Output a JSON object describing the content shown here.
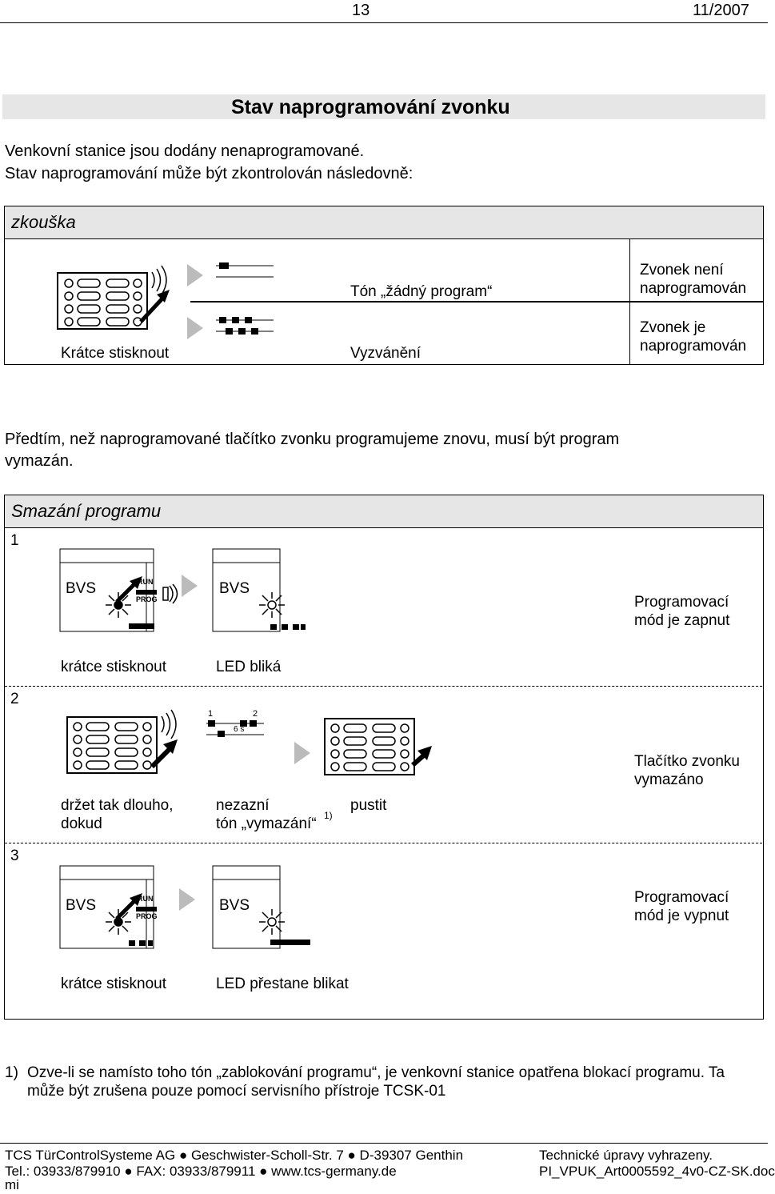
{
  "header": {
    "page_number": "13",
    "date": "11/2007"
  },
  "title": "Stav naprogramování zvonku",
  "intro": {
    "line1": "Venkovní stanice jsou dodány nenaprogramované.",
    "line2": "Stav naprogramování může být zkontrolován následovně:"
  },
  "test_box": {
    "heading": "zkouška",
    "press_label": "Krátce stisknout",
    "tone_no_program": "Tón „žádný program“",
    "ringing": "Vyzvánění",
    "result_not_programmed_1": "Zvonek není",
    "result_not_programmed_2": "naprogramován",
    "result_programmed_1": "Zvonek je",
    "result_programmed_2": "naprogramován"
  },
  "before_text": {
    "line1": "Předtím, než naprogramované tlačítko zvonku programujeme znovu, musí být program",
    "line2": "vymazán."
  },
  "delete_box": {
    "heading": "Smazání programu",
    "step1": {
      "num": "1",
      "press": "krátce stisknout",
      "led": "LED bliká",
      "result_1": "Programovací",
      "result_2": "mód je zapnut",
      "bvs_a": "BVS",
      "bvs_b": "BVS",
      "run": "RUN",
      "prog": "PROG"
    },
    "step2": {
      "num": "2",
      "hold_1": "držet tak dlouho,",
      "hold_2": "dokud",
      "tone_1": "nezazní",
      "tone_2": "tón „vymazání“",
      "tone_sup": "1)",
      "release": "pustit",
      "result_1": "Tlačítko zvonku",
      "result_2": "vymazáno",
      "t1": "1",
      "t2": "2",
      "t6s": "6 s"
    },
    "step3": {
      "num": "3",
      "press": "krátce stisknout",
      "led": "LED přestane blikat",
      "result_1": "Programovací",
      "result_2": "mód je vypnut",
      "bvs_a": "BVS",
      "bvs_b": "BVS",
      "run": "RUN",
      "prog": "PROG"
    }
  },
  "footnote": {
    "mark": "1)",
    "line1": "Ozve-li se namísto toho tón „zablokování programu“, je venkovní stanice opatřena blokací programu. Ta",
    "line2": "může být zrušena pouze pomocí servisního přístroje TCSK-01"
  },
  "footer": {
    "company": "TCS TürControlSysteme AG",
    "street": "Geschwister-Scholl-Str. 7",
    "city": "D-39307 Genthin",
    "tel": "Tel.: 03933/879910",
    "fax": "FAX: 03933/879911",
    "web": "www.tcs-germany.de",
    "wrap": "mi",
    "rights": "Technické úpravy vyhrazeny.",
    "doc": "PI_VPUK_Art0005592_4v0-CZ-SK.doc"
  }
}
